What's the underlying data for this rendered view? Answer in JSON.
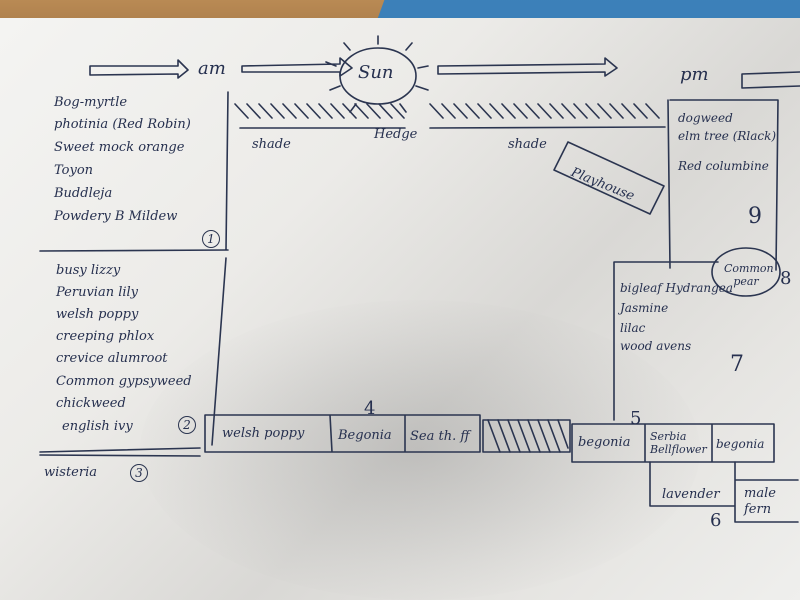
{
  "header": {
    "am": "am",
    "sun": "Sun",
    "pm": "pm",
    "hedge": "Hedge",
    "shade_left": "shade",
    "shade_right": "shade"
  },
  "bed1": {
    "items": [
      "Bog-myrtle",
      "photinia (Red Robin)",
      "Sweet mock orange",
      "Toyon",
      "Buddleja",
      "Powdery B Mildew"
    ],
    "number": "1"
  },
  "bed2": {
    "items": [
      "busy lizzy",
      "Peruvian lily",
      "welsh poppy",
      "creeping phlox",
      "crevice alumroot",
      "Common gypsyweed",
      "chickweed",
      "english ivy"
    ],
    "number": "2"
  },
  "bed3": {
    "label": "wisteria",
    "number": "3"
  },
  "bed4": {
    "cells": [
      "welsh poppy",
      "Begonia",
      "Sea th. ff"
    ],
    "number": "4"
  },
  "bed5": {
    "cells": [
      "begonia",
      "Serbia Bellflower",
      "begonia"
    ],
    "number": "5"
  },
  "bed6": {
    "cells": [
      "lavender",
      "male fern"
    ],
    "number": "6"
  },
  "bed7": {
    "items": [
      "bigleaf Hydrangea",
      "Jasmine",
      "lilac",
      "wood avens"
    ],
    "number": "7"
  },
  "bed8": {
    "label": "Common pear",
    "number": "8"
  },
  "bed9": {
    "items": [
      "dogweed",
      "elm tree (Rlack)",
      "Red columbine"
    ],
    "number": "9"
  },
  "playhouse": "Playhouse"
}
